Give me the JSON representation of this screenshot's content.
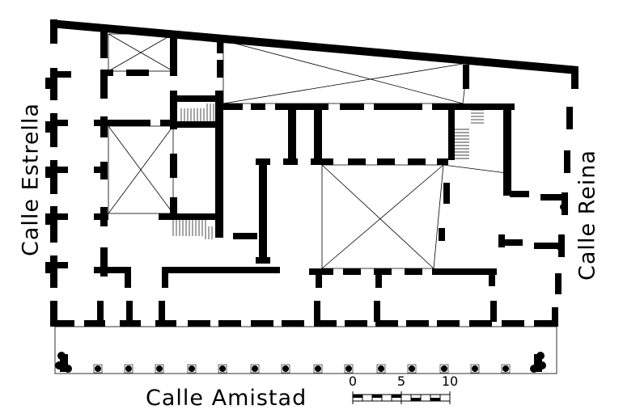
{
  "streets": {
    "left": "Calle Estrella",
    "right": "Calle Reina",
    "bottom": "Calle Amistad"
  },
  "scale_bar": {
    "labels": [
      "0",
      "5",
      "10"
    ]
  },
  "colors": {
    "ink": "#000000",
    "paper": "#ffffff"
  }
}
